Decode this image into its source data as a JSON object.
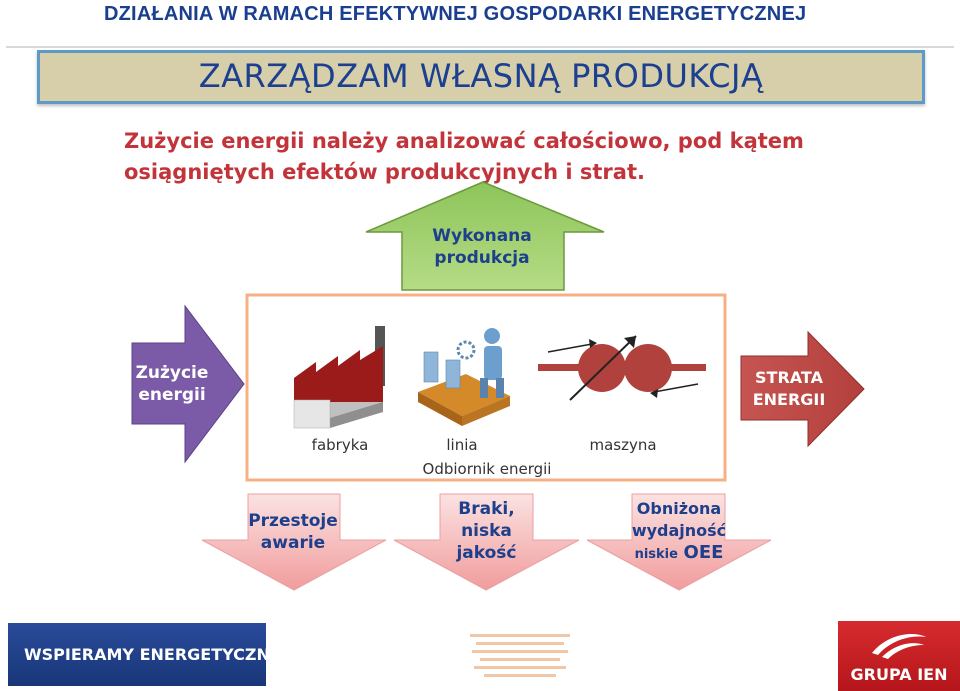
{
  "header": {
    "top_title": "DZIAŁANIA W RAMACH EFEKTYWNEJ GOSPODARKI ENERGETYCZNEJ",
    "banner": "ZARZĄDZAM WŁASNĄ PRODUKCJĄ",
    "intro": "Zużycie energii należy analizować całościowo, pod kątem osiągniętych efektów produkcyjnych i strat."
  },
  "diagram": {
    "top_arrow": "Wykonana produkcja",
    "left_arrow": "Zużycie energii",
    "right_arrow": "STRATA ENERGII",
    "box_labels": [
      "fabryka",
      "linia",
      "maszyna"
    ],
    "box_caption": "Odbiornik energii",
    "bottom_arrows": [
      {
        "text": "Przestoje awarie"
      },
      {
        "text": "Braki, niska jakość"
      },
      {
        "text": "Obniżona wydajność",
        "small": "niskie",
        "big": "OEE"
      }
    ]
  },
  "footer": {
    "left_slogan": "WSPIERAMY ENERGETYCZNIE",
    "right_brand": "GRUPA IEN"
  },
  "colors": {
    "title_blue": "#1b3f8f",
    "banner_fill": "#d6cfa9",
    "banner_border": "#5e9ac7",
    "intro_red": "#c2333a",
    "arrow_green": "#9ccd62",
    "arrow_purple": "#7b5aa8",
    "arrow_red": "#c0504d",
    "box_border": "#f5b183",
    "arrow_pink": "#f4b9b9"
  },
  "icons": [
    "factory-icon",
    "production-line-icon",
    "machine-icon",
    "swoosh-logo-icon"
  ]
}
